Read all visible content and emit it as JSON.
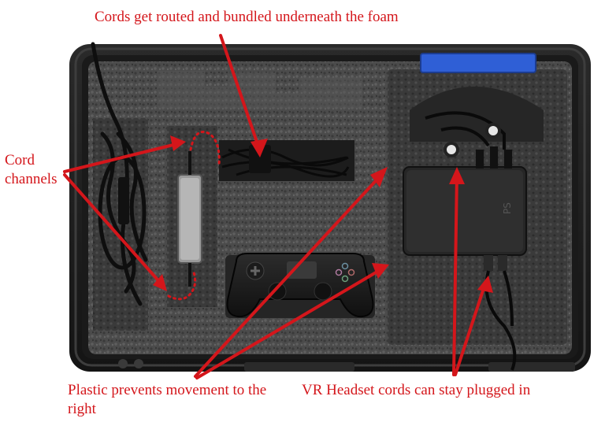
{
  "annotations": {
    "cords_routed": "Cords get routed and bundled underneath the foam",
    "cord_channels": "Cord channels",
    "plastic_prevents": "Plastic prevents movement to the right",
    "vr_cords": "VR Headset cords can stay plugged in"
  },
  "colors": {
    "annotation_red": "#d4161b",
    "case_shell": "#1c1c1c",
    "foam": "#4a4a4a",
    "device": "#2b2b2b"
  },
  "icons": [
    "ps-logo-icon"
  ]
}
